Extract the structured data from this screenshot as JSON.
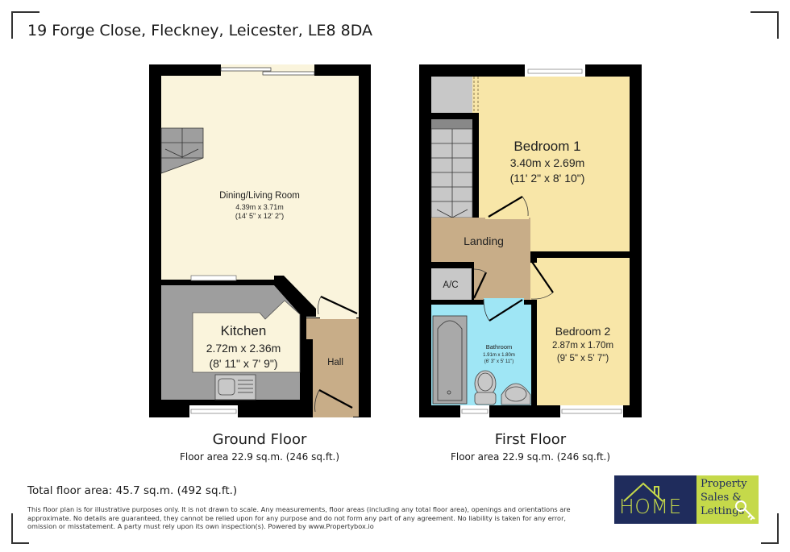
{
  "header": {
    "address": "19 Forge Close, Fleckney, Leicester, LE8 8DA"
  },
  "floors": [
    {
      "title": "Ground Floor",
      "area": "Floor area 22.9 sq.m. (246 sq.ft.)",
      "rooms": [
        {
          "name": "Dining/Living Room",
          "metric": "4.39m x 3.71m",
          "imperial": "(14' 5\" x 12' 2\")"
        },
        {
          "name": "Kitchen",
          "metric": "2.72m x 2.36m",
          "imperial": "(8' 11\" x 7' 9\")"
        },
        {
          "name": "Hall"
        }
      ]
    },
    {
      "title": "First Floor",
      "area": "Floor area 22.9 sq.m. (246 sq.ft.)",
      "rooms": [
        {
          "name": "Bedroom 1",
          "metric": "3.40m x 2.69m",
          "imperial": "(11' 2\" x 8' 10\")"
        },
        {
          "name": "Landing"
        },
        {
          "name": "A/C"
        },
        {
          "name": "Bathroom",
          "metric": "1.91m x 1.80m",
          "imperial": "(6' 3\" x 5' 11\")"
        },
        {
          "name": "Bedroom 2",
          "metric": "2.87m x 1.70m",
          "imperial": "(9' 5\" x 5' 7\")"
        }
      ]
    }
  ],
  "footer": {
    "total_area": "Total floor area: 45.7 sq.m. (492 sq.ft.)",
    "disclaimer": "This floor plan is for illustrative purposes only. It is not drawn to scale. Any measurements, floor areas (including any total floor area), openings and orientations are approximate. No details are guaranteed, they cannot be relied upon for any purpose and do not form any part of any agreement. No liability is taken for any error, omission or misstatement. A party must rely upon its own inspection(s). Powered by www.Propertybox.io"
  },
  "logo": {
    "brand": "HOME",
    "tagline_1": "Property",
    "tagline_2": "Sales &",
    "tagline_3": "Lettings",
    "navy": "#1f2c5c",
    "lime": "#c5d94a"
  },
  "colors": {
    "living": "#faf4dc",
    "kitchen_worktop": "#9e9e9e",
    "hall_landing": "#c8ad88",
    "bedroom": "#f8e6a8",
    "bathroom": "#9fe6f5",
    "cupboard": "#c8c8c8",
    "wall": "#000000"
  }
}
